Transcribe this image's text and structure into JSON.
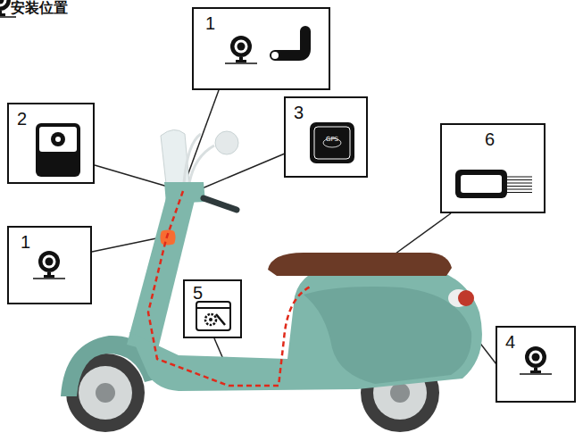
{
  "diagram": {
    "title": "安装位置",
    "nodes": [
      {
        "text": [
          "1"
        ]
      },
      {
        "text": [
          "3"
        ]
      },
      {
        "text": [
          "2"
        ]
      },
      {
        "text": [
          "6"
        ]
      },
      {
        "text": [
          "1"
        ]
      },
      {
        "text": [
          "5"
        ]
      },
      {
        "text": [
          "4"
        ]
      }
    ],
    "labels": [
      "GPS"
    ]
  }
}
